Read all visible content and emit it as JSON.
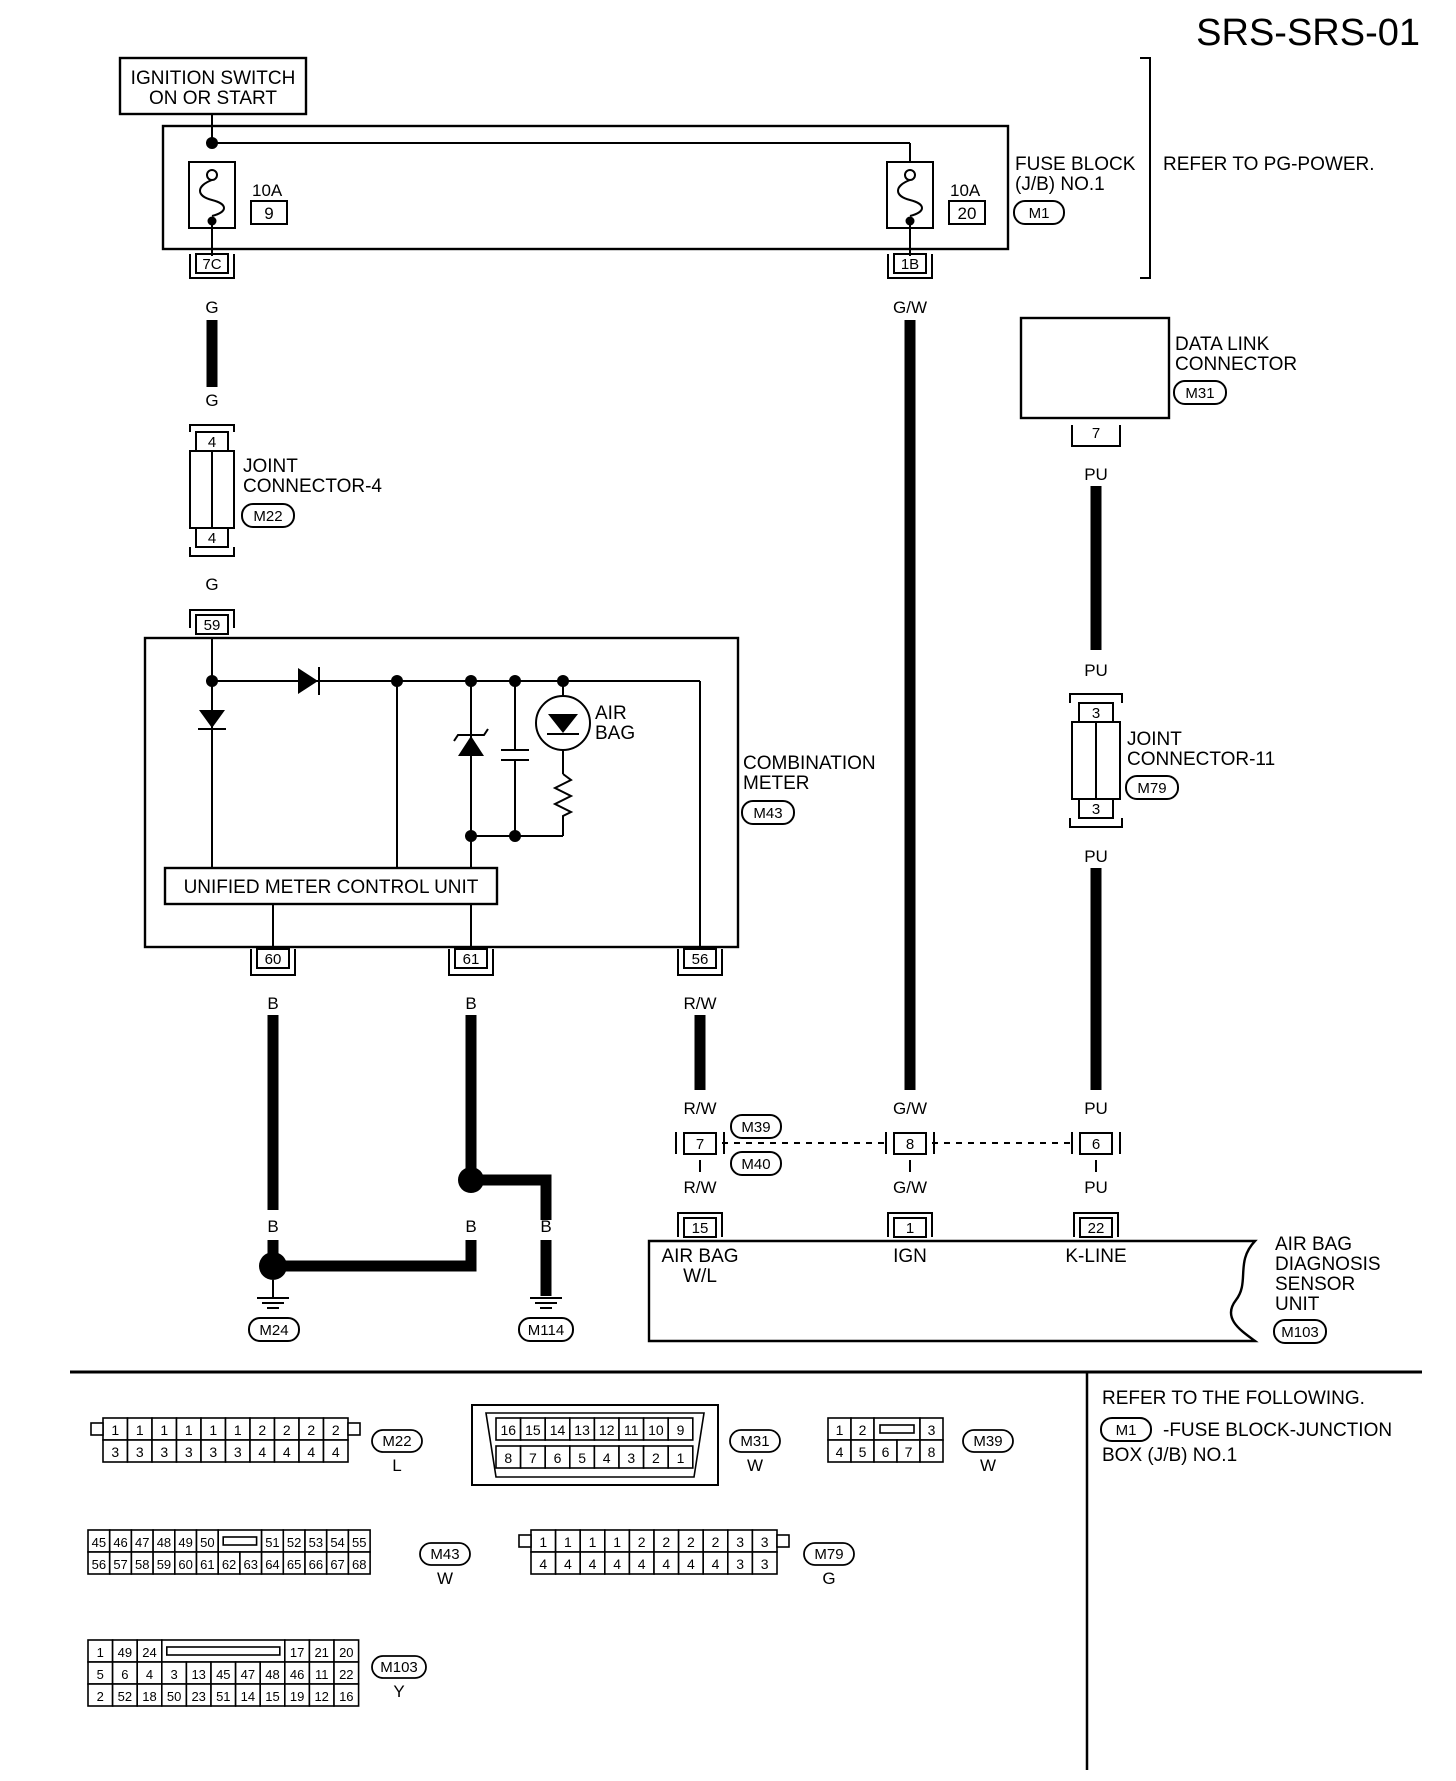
{
  "page_id": "SRS-SRS-01",
  "ignition_switch": {
    "line1": "IGNITION SWITCH",
    "line2": "ON OR START"
  },
  "fuse_block": {
    "label1": "FUSE BLOCK",
    "label2": "(J/B) NO.1",
    "conn": "M1",
    "refer": "REFER TO PG-POWER.",
    "fuse_left": {
      "amp": "10A",
      "num": "9",
      "term": "7C"
    },
    "fuse_right": {
      "amp": "10A",
      "num": "20",
      "term": "1B"
    }
  },
  "joint4": {
    "label1": "JOINT",
    "label2": "CONNECTOR-4",
    "conn": "M22",
    "pin_top": "4",
    "pin_bot": "4"
  },
  "joint11": {
    "label1": "JOINT",
    "label2": "CONNECTOR-11",
    "conn": "M79",
    "pin_top": "3",
    "pin_bot": "3"
  },
  "dlc": {
    "label1": "DATA LINK",
    "label2": "CONNECTOR",
    "conn": "M31",
    "pin": "7"
  },
  "meter": {
    "label1": "COMBINATION",
    "label2": "METER",
    "conn": "M43",
    "unit": "UNIFIED METER CONTROL UNIT",
    "lamp1": "AIR",
    "lamp2": "BAG",
    "pin_in": "59",
    "pin_a": "60",
    "pin_b": "61",
    "pin_c": "56"
  },
  "wires": {
    "g": "G",
    "gw": "G/W",
    "pu": "PU",
    "b": "B",
    "rw": "R/W"
  },
  "inline": {
    "conn_top": "M39",
    "conn_bot": "M40",
    "pin1": "7",
    "pin2": "8",
    "pin3": "6"
  },
  "sensor": {
    "label1": "AIR BAG",
    "label2": "DIAGNOSIS",
    "label3": "SENSOR",
    "label4": "UNIT",
    "conn": "M103",
    "pins": [
      "15",
      "1",
      "22"
    ],
    "pin_labels": {
      "wl1": "AIR BAG",
      "wl2": "W/L",
      "ign": "IGN",
      "kline": "K-LINE"
    }
  },
  "grounds": [
    "M24",
    "M114"
  ],
  "legend": {
    "m22": {
      "top": [
        "1",
        "1",
        "1",
        "1",
        "1",
        "1",
        "2",
        "2",
        "2",
        "2"
      ],
      "bot": [
        "3",
        "3",
        "3",
        "3",
        "3",
        "3",
        "4",
        "4",
        "4",
        "4"
      ],
      "conn": "M22",
      "color": "L"
    },
    "m31": {
      "top": [
        "16",
        "15",
        "14",
        "13",
        "12",
        "11",
        "10",
        "9"
      ],
      "bot": [
        "8",
        "7",
        "6",
        "5",
        "4",
        "3",
        "2",
        "1"
      ],
      "conn": "M31",
      "color": "W"
    },
    "m39": {
      "top": [
        "1",
        "2",
        "3"
      ],
      "bot": [
        "4",
        "5",
        "6",
        "7",
        "8"
      ],
      "conn": "M39",
      "color": "W"
    },
    "m43": {
      "top_l": [
        "45",
        "46",
        "47",
        "48",
        "49",
        "50"
      ],
      "top_r": [
        "51",
        "52",
        "53",
        "54",
        "55"
      ],
      "bot": [
        "56",
        "57",
        "58",
        "59",
        "60",
        "61",
        "62",
        "63",
        "64",
        "65",
        "66",
        "67",
        "68"
      ],
      "conn": "M43",
      "color": "W"
    },
    "m79": {
      "top": [
        "1",
        "1",
        "1",
        "1",
        "2",
        "2",
        "2",
        "2",
        "3",
        "3"
      ],
      "bot": [
        "4",
        "4",
        "4",
        "4",
        "4",
        "4",
        "4",
        "4",
        "3",
        "3"
      ],
      "conn": "M79",
      "color": "G"
    },
    "m103": {
      "r1_l": [
        "1",
        "49",
        "24"
      ],
      "r1_r": [
        "17",
        "21",
        "20"
      ],
      "r2": [
        "5",
        "6",
        "4",
        "3",
        "13",
        "45",
        "47",
        "48",
        "46",
        "11",
        "22"
      ],
      "r3": [
        "2",
        "52",
        "18",
        "50",
        "23",
        "51",
        "14",
        "15",
        "19",
        "12",
        "16"
      ],
      "conn": "M103",
      "color": "Y"
    },
    "refer_title": "REFER TO THE FOLLOWING.",
    "refer_conn": "M1",
    "refer_desc1": "-FUSE BLOCK-JUNCTION",
    "refer_desc2": "BOX (J/B) NO.1"
  }
}
